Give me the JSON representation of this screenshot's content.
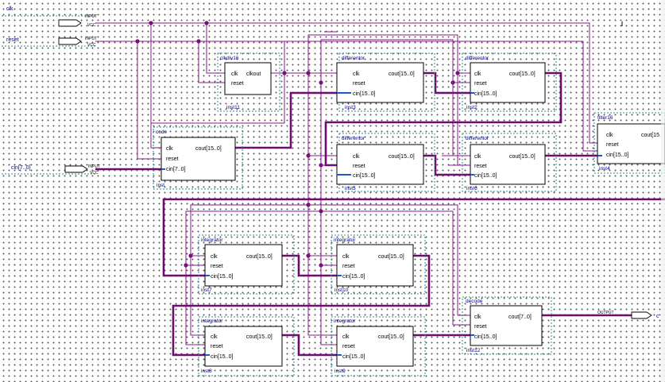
{
  "signals": {
    "clk": "clk",
    "reset": "reset",
    "cin": "cin[7..0]"
  },
  "io": {
    "input_tag": "INPUT",
    "input_sub": "VCC",
    "output_tag": "OUTPUT"
  },
  "pins": {
    "clk": "clk",
    "reset": "reset",
    "clkout": "clkout",
    "cin8": "cin[7..0]",
    "cin16": "cin[15..0]",
    "cout16": "cout[15..0]",
    "cout8": "cout[7..0]"
  },
  "blocks": {
    "clkdiv": {
      "type": "clkdiv16",
      "inst": "inst11"
    },
    "code": {
      "type": "code",
      "inst": "inst"
    },
    "diff1": {
      "type": "differentor",
      "inst": "inst3"
    },
    "diff2": {
      "type": "differentor",
      "inst": "inst2"
    },
    "diff3": {
      "type": "differentor",
      "inst": "inst5"
    },
    "diff4": {
      "type": "differentor",
      "inst": "inst6"
    },
    "filter": {
      "type": "filter16",
      "inst": "inst4"
    },
    "integ1": {
      "type": "integrator",
      "inst": "inst7"
    },
    "integ2": {
      "type": "integrator",
      "inst": "inst10"
    },
    "integ3": {
      "type": "integrator",
      "inst": "inst8"
    },
    "integ4": {
      "type": "integrator",
      "inst": "inst9"
    },
    "decode": {
      "type": "decode",
      "inst": "inst12"
    }
  },
  "filter_cout": "cout[15",
  "output_cut": "c",
  "colors": {
    "wire": "#8a1a8a",
    "bus": "#6d0d6d",
    "frame": "#2e8f8f",
    "label": "#000080",
    "bus_pin": "#1f57c6"
  }
}
